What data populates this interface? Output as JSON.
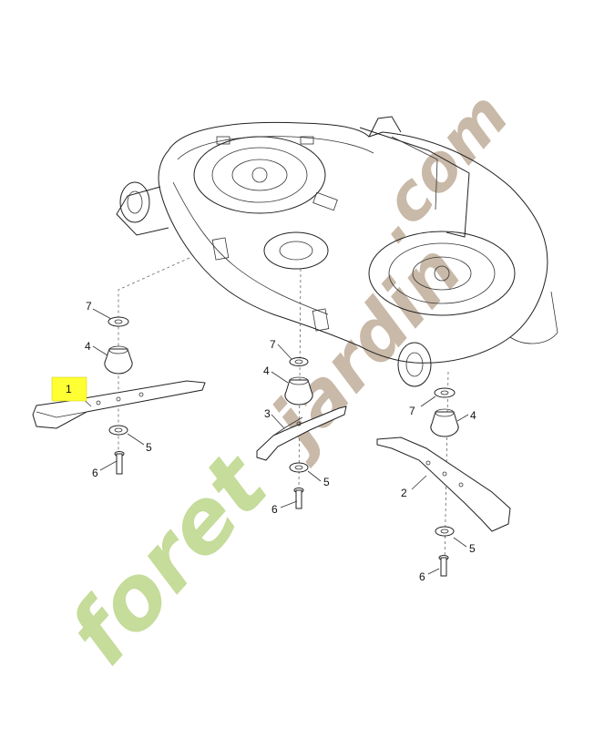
{
  "watermark": {
    "text_main": "foret",
    "text_mid": "jardin",
    "text_end": ".com",
    "color_green": "#c5dc9a",
    "color_orange": "#f0c9a0",
    "color_brown": "#c9b9a8"
  },
  "highlight_color": "#ffff33",
  "callouts": {
    "blade_left": "1",
    "blade_right": "2",
    "blade_center": "3",
    "adapter_left": "4",
    "adapter_center": "4",
    "adapter_right": "4",
    "washer_left": "5",
    "washer_center": "5",
    "washer_right": "5",
    "bolt_left": "6",
    "bolt_center": "6",
    "bolt_right": "6",
    "spacer_left": "7",
    "spacer_center": "7",
    "spacer_right": "7"
  }
}
